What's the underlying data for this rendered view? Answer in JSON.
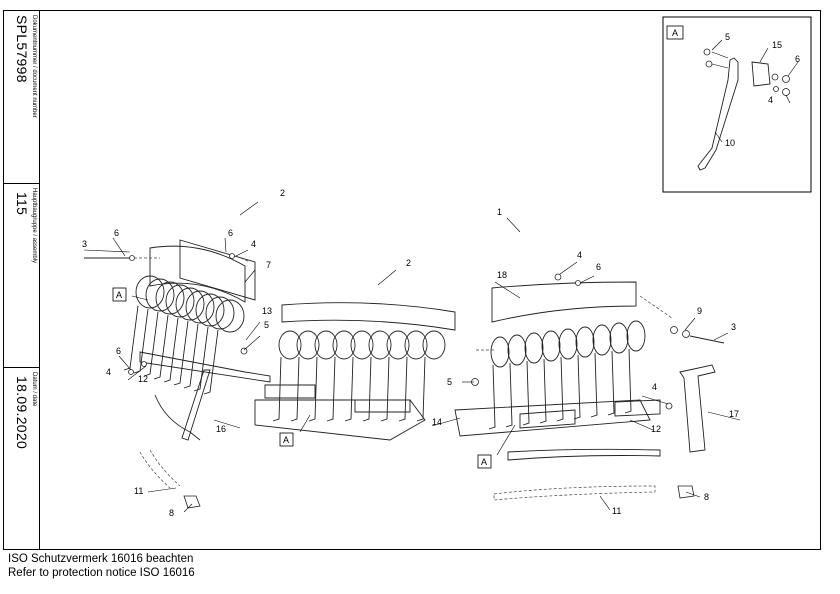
{
  "title_block": {
    "document_number_label": "Dokumentnummer / document number",
    "document_number": "SPL57998",
    "assembly_label": "Hauptbaugruppe / assembly",
    "assembly": "115",
    "date_label": "Datum / date",
    "date": "18.09.2020"
  },
  "notice": {
    "line_de": "ISO Schutzvermerk 16016 beachten",
    "line_en": "Refer to protection notice ISO 16016"
  },
  "detail": {
    "box_label": "A"
  },
  "labels": {
    "l1": "1",
    "l2a": "2",
    "l2b": "2",
    "l3a": "3",
    "l3b": "3",
    "l4a": "4",
    "l4b": "4",
    "l4c": "4",
    "l4d": "4",
    "l4e": "4",
    "l5a": "5",
    "l5b": "5",
    "l5c": "5",
    "l6a": "6",
    "l6b": "6",
    "l6c": "6",
    "l6d": "6",
    "l6e": "6",
    "l7": "7",
    "l8a": "8",
    "l8b": "8",
    "l9": "9",
    "l10": "10",
    "l11a": "11",
    "l11b": "11",
    "l12a": "12",
    "l12b": "12",
    "l13": "13",
    "l14": "14",
    "l15": "15",
    "l16": "16",
    "l17": "17",
    "l18": "18",
    "a1": "A",
    "a2": "A",
    "a3": "A"
  }
}
